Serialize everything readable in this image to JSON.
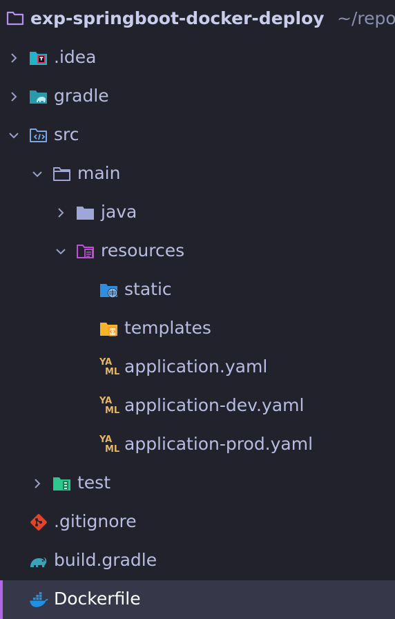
{
  "explorer": {
    "root": {
      "name": "exp-springboot-docker-deploy",
      "path": "~/repo"
    },
    "items": [
      {
        "label": ".idea",
        "icon": "intellij-folder-icon",
        "expanded": false
      },
      {
        "label": "gradle",
        "icon": "gradle-folder-icon",
        "expanded": false
      },
      {
        "label": "src",
        "icon": "source-folder-icon",
        "expanded": true
      },
      {
        "label": "main",
        "icon": "folder-open-icon",
        "expanded": true
      },
      {
        "label": "java",
        "icon": "folder-icon",
        "expanded": false
      },
      {
        "label": "resources",
        "icon": "resources-folder-icon",
        "expanded": true
      },
      {
        "label": "static",
        "icon": "web-folder-icon"
      },
      {
        "label": "templates",
        "icon": "template-folder-icon"
      },
      {
        "label": "application.yaml",
        "icon": "yaml-icon"
      },
      {
        "label": "application-dev.yaml",
        "icon": "yaml-icon"
      },
      {
        "label": "application-prod.yaml",
        "icon": "yaml-icon"
      },
      {
        "label": "test",
        "icon": "test-folder-icon",
        "expanded": false
      },
      {
        "label": ".gitignore",
        "icon": "git-icon"
      },
      {
        "label": "build.gradle",
        "icon": "gradle-icon"
      },
      {
        "label": "Dockerfile",
        "icon": "docker-icon",
        "selected": true
      }
    ],
    "yaml_badge": {
      "top": "YA",
      "bottom": "ML"
    }
  },
  "colors": {
    "background": "#21222c",
    "selected_background": "#363849",
    "selected_accent": "#b267e6",
    "text": "#b8bde0",
    "yaml": "#e5b567",
    "folder": "#9fa6d8",
    "git": "#e24329",
    "docker": "#1d91e6",
    "gradle": "#2b9aa8"
  }
}
